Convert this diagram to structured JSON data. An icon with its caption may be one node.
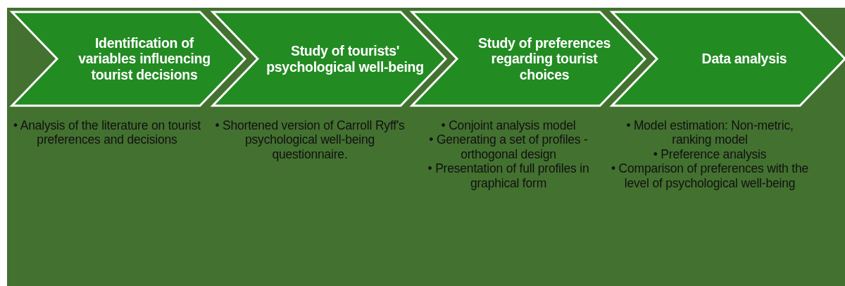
{
  "diagram": {
    "nodes": [
      {
        "text": [
          "Identification of variables influencing tourist decisions"
        ],
        "beside": [
          "• Analysis of the literature on tourist preferences and decisions"
        ]
      },
      {
        "text": [
          "Study of tourists' psychological well-being"
        ],
        "beside": [
          "• Shortened version of Carroll Ryff's psychological well-being questionnaire."
        ]
      },
      {
        "text": [
          "Study of preferences regarding tourist choices"
        ],
        "beside": [
          "• Conjoint analysis model",
          "• Generating a set of profiles - orthogonal design",
          "• Presentation of full profiles in graphical form"
        ]
      },
      {
        "text": [
          "Data analysis"
        ],
        "beside": [
          "• Model estimation: Non-metric, ranking model",
          "• Preference analysis",
          "• Comparison of preferences with the level of psychological well-being"
        ]
      }
    ]
  }
}
